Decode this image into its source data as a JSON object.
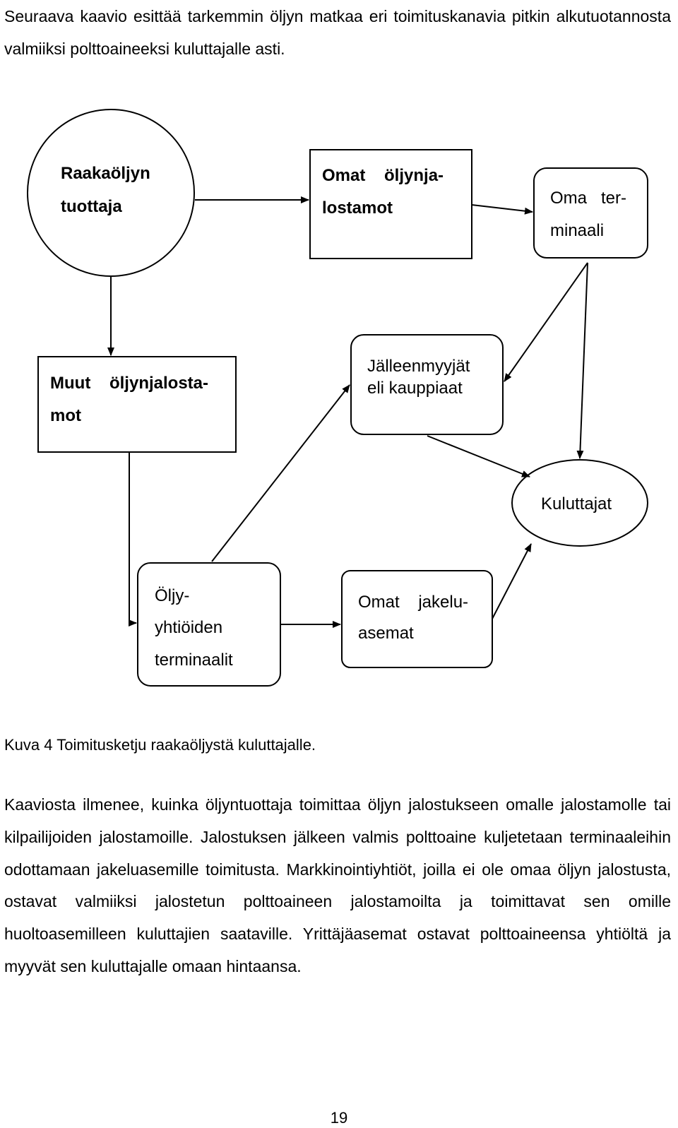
{
  "intro_text": "Seuraava kaavio esittää tarkemmin öljyn matkaa eri toimituskanavia pitkin alkutuotannosta valmiiksi polttoaineeksi kuluttajalle asti.",
  "diagram": {
    "nodes": {
      "raakaoljyn_tuottaja": [
        "Raakaöljyn",
        "tuottaja"
      ],
      "omat_oljynjalostamot": [
        "Omat    öljynja-",
        "lostamot"
      ],
      "oma_terminaali": [
        "Oma   ter-",
        "minaali"
      ],
      "muut_oljynjalostamot": [
        "Muut    öljynjalosta-",
        "mot"
      ],
      "jalleenmyyjat": [
        "Jälleenmyyjät",
        "eli kauppiaat"
      ],
      "kuluttajat": [
        "Kuluttajat"
      ],
      "oljyyhtioiden_terminaalit": [
        "Öljy-",
        "yhtiöiden",
        "terminaalit"
      ],
      "omat_jakeluasemat": [
        "Omat    jakelu-",
        "asemat"
      ]
    }
  },
  "caption": "Kuva 4 Toimitusketju raakaöljystä kuluttajalle.",
  "body_text": "Kaaviosta ilmenee, kuinka öljyntuottaja toimittaa öljyn jalostukseen omalle jalostamolle tai kilpailijoiden jalostamoille. Jalostuksen jälkeen valmis polttoaine kuljetetaan terminaaleihin odottamaan jakeluasemille toimitusta. Markkinointiyhtiöt, joilla ei ole omaa öljyn jalostusta, ostavat valmiiksi jalostetun polttoaineen jalostamoilta ja toimittavat sen omille huoltoasemilleen kuluttajien saataville. Yrittäjäasemat ostavat polttoaineensa yhtiöltä ja myyvät sen kuluttajalle omaan hintaansa.",
  "page_number": "19"
}
